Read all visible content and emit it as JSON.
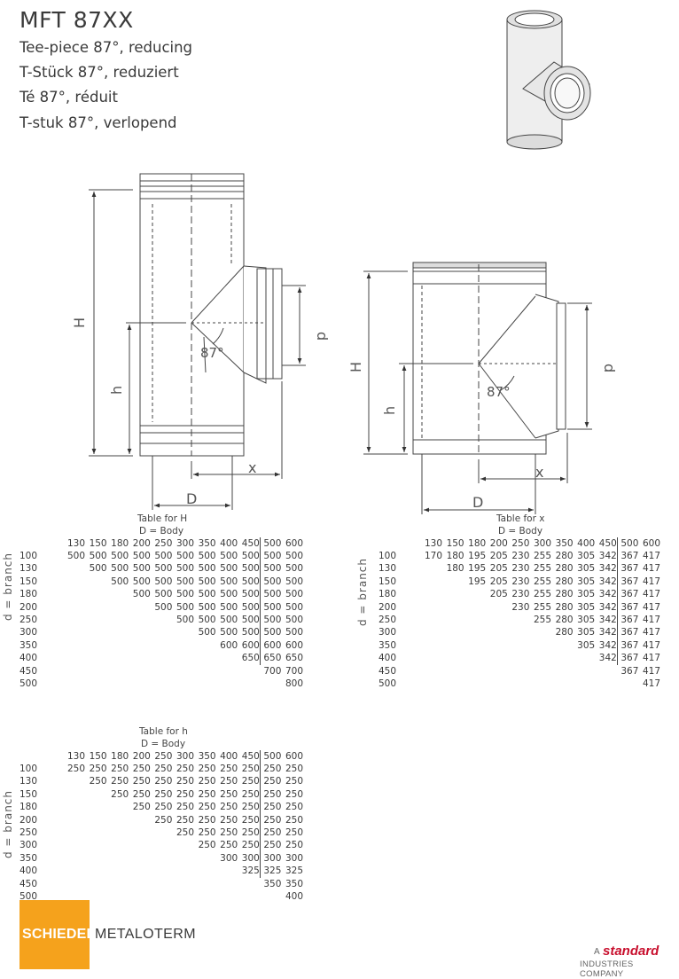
{
  "header": {
    "title": "MFT 87XX",
    "subtitles": [
      "Tee-piece 87°, reducing",
      "T-Stück 87°, reduziert",
      "Té 87°, réduit",
      "T-stuk 87°, verlopend"
    ]
  },
  "drawing_labels": {
    "H": "H",
    "h": "h",
    "d": "d",
    "D": "D",
    "x": "x",
    "angle": "87°"
  },
  "side_label": "d =  branch",
  "tables": [
    {
      "caption_line1": "Table for H",
      "caption_line2": "D = Body",
      "columns": [
        "130",
        "150",
        "180",
        "200",
        "250",
        "300",
        "350",
        "400",
        "450",
        "500",
        "600"
      ],
      "rows": [
        {
          "label": "100",
          "cells": [
            "500",
            "500",
            "500",
            "500",
            "500",
            "500",
            "500",
            "500",
            "500",
            "500",
            "500"
          ]
        },
        {
          "label": "130",
          "cells": [
            "",
            "500",
            "500",
            "500",
            "500",
            "500",
            "500",
            "500",
            "500",
            "500",
            "500"
          ]
        },
        {
          "label": "150",
          "cells": [
            "",
            "",
            "500",
            "500",
            "500",
            "500",
            "500",
            "500",
            "500",
            "500",
            "500"
          ]
        },
        {
          "label": "180",
          "cells": [
            "",
            "",
            "",
            "500",
            "500",
            "500",
            "500",
            "500",
            "500",
            "500",
            "500"
          ]
        },
        {
          "label": "200",
          "cells": [
            "",
            "",
            "",
            "",
            "500",
            "500",
            "500",
            "500",
            "500",
            "500",
            "500"
          ]
        },
        {
          "label": "250",
          "cells": [
            "",
            "",
            "",
            "",
            "",
            "500",
            "500",
            "500",
            "500",
            "500",
            "500"
          ]
        },
        {
          "label": "300",
          "cells": [
            "",
            "",
            "",
            "",
            "",
            "",
            "500",
            "500",
            "500",
            "500",
            "500"
          ]
        },
        {
          "label": "350",
          "cells": [
            "",
            "",
            "",
            "",
            "",
            "",
            "",
            "600",
            "600",
            "600",
            "600"
          ]
        },
        {
          "label": "400",
          "cells": [
            "",
            "",
            "",
            "",
            "",
            "",
            "",
            "",
            "650",
            "650",
            "650"
          ]
        },
        {
          "label": "450",
          "cells": [
            "",
            "",
            "",
            "",
            "",
            "",
            "",
            "",
            "",
            "700",
            "700"
          ]
        },
        {
          "label": "500",
          "cells": [
            "",
            "",
            "",
            "",
            "",
            "",
            "",
            "",
            "",
            "",
            "800"
          ]
        }
      ]
    },
    {
      "caption_line1": "Table for x",
      "caption_line2": "D = Body",
      "columns": [
        "130",
        "150",
        "180",
        "200",
        "250",
        "300",
        "350",
        "400",
        "450",
        "500",
        "600"
      ],
      "rows": [
        {
          "label": "100",
          "cells": [
            "170",
            "180",
            "195",
            "205",
            "230",
            "255",
            "280",
            "305",
            "342",
            "367",
            "417"
          ]
        },
        {
          "label": "130",
          "cells": [
            "",
            "",
            "180",
            "195",
            "205",
            "230",
            "255",
            "280",
            "305",
            "342",
            "367",
            "417"
          ]
        },
        {
          "label": "150",
          "cells": [
            "",
            "",
            "",
            "195",
            "205",
            "230",
            "255",
            "280",
            "305",
            "342",
            "367",
            "417"
          ]
        },
        {
          "label": "180",
          "cells": [
            "",
            "",
            "",
            "",
            "205",
            "230",
            "255",
            "280",
            "305",
            "342",
            "367",
            "417"
          ]
        },
        {
          "label": "200",
          "cells": [
            "",
            "",
            "",
            "",
            "",
            "230",
            "255",
            "280",
            "305",
            "342",
            "367",
            "417"
          ]
        },
        {
          "label": "250",
          "cells": [
            "",
            "",
            "",
            "",
            "",
            "",
            "255",
            "280",
            "305",
            "342",
            "367",
            "417"
          ]
        },
        {
          "label": "300",
          "cells": [
            "",
            "",
            "",
            "",
            "",
            "",
            "",
            "280",
            "305",
            "342",
            "367",
            "417"
          ]
        },
        {
          "label": "350",
          "cells": [
            "",
            "",
            "",
            "",
            "",
            "",
            "",
            "",
            "305",
            "342",
            "367",
            "417"
          ]
        },
        {
          "label": "400",
          "cells": [
            "",
            "",
            "",
            "",
            "",
            "",
            "",
            "",
            "",
            "342",
            "367",
            "417"
          ]
        },
        {
          "label": "450",
          "cells": [
            "",
            "",
            "",
            "",
            "",
            "",
            "",
            "",
            "",
            "",
            "367",
            "417"
          ]
        },
        {
          "label": "500",
          "cells": [
            "",
            "",
            "",
            "",
            "",
            "",
            "",
            "",
            "",
            "",
            "",
            "417"
          ]
        }
      ]
    },
    {
      "caption_line1": "Table for h",
      "caption_line2": "D = Body",
      "columns": [
        "130",
        "150",
        "180",
        "200",
        "250",
        "300",
        "350",
        "400",
        "450",
        "500",
        "600"
      ],
      "rows": [
        {
          "label": "100",
          "cells": [
            "250",
            "250",
            "250",
            "250",
            "250",
            "250",
            "250",
            "250",
            "250",
            "250",
            "250"
          ]
        },
        {
          "label": "130",
          "cells": [
            "",
            "250",
            "250",
            "250",
            "250",
            "250",
            "250",
            "250",
            "250",
            "250",
            "250"
          ]
        },
        {
          "label": "150",
          "cells": [
            "",
            "",
            "250",
            "250",
            "250",
            "250",
            "250",
            "250",
            "250",
            "250",
            "250"
          ]
        },
        {
          "label": "180",
          "cells": [
            "",
            "",
            "",
            "250",
            "250",
            "250",
            "250",
            "250",
            "250",
            "250",
            "250"
          ]
        },
        {
          "label": "200",
          "cells": [
            "",
            "",
            "",
            "",
            "250",
            "250",
            "250",
            "250",
            "250",
            "250",
            "250"
          ]
        },
        {
          "label": "250",
          "cells": [
            "",
            "",
            "",
            "",
            "",
            "250",
            "250",
            "250",
            "250",
            "250",
            "250"
          ]
        },
        {
          "label": "300",
          "cells": [
            "",
            "",
            "",
            "",
            "",
            "",
            "250",
            "250",
            "250",
            "250",
            "250"
          ]
        },
        {
          "label": "350",
          "cells": [
            "",
            "",
            "",
            "",
            "",
            "",
            "",
            "300",
            "300",
            "300",
            "300"
          ]
        },
        {
          "label": "400",
          "cells": [
            "",
            "",
            "",
            "",
            "",
            "",
            "",
            "",
            "325",
            "325",
            "325"
          ]
        },
        {
          "label": "450",
          "cells": [
            "",
            "",
            "",
            "",
            "",
            "",
            "",
            "",
            "",
            "350",
            "350"
          ]
        },
        {
          "label": "500",
          "cells": [
            "",
            "",
            "",
            "",
            "",
            "",
            "",
            "",
            "",
            "",
            "400"
          ]
        }
      ]
    }
  ],
  "footer": {
    "logo_schiedel": "SCHIEDEL",
    "logo_metaloterm": "METALOTERM",
    "standard_prefix": "A",
    "standard_name": "standard",
    "standard_sub": "INDUSTRIES COMPANY"
  },
  "colors": {
    "logo_orange": "#f5a21c",
    "standard_red": "#c8102e",
    "line": "#444444"
  }
}
